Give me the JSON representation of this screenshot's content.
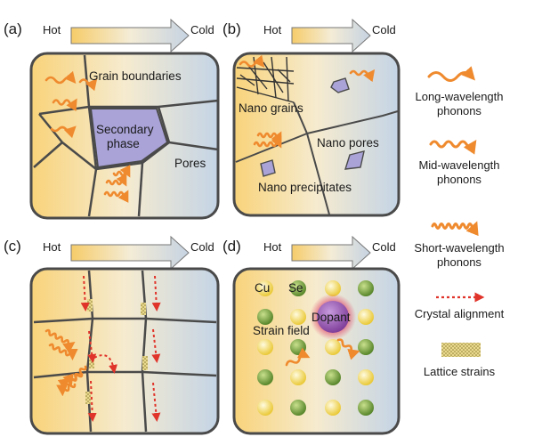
{
  "panels": [
    {
      "id": "a",
      "label": "(a)",
      "hot": "Hot",
      "cold": "Cold",
      "texts": {
        "grain": "Grain boundaries",
        "secondary_1": "Secondary",
        "secondary_2": "phase",
        "pores": "Pores"
      }
    },
    {
      "id": "b",
      "label": "(b)",
      "hot": "Hot",
      "cold": "Cold",
      "texts": {
        "nano_grains": "Nano grains",
        "nano_pores": "Nano pores",
        "nano_precip": "Nano precipitates"
      }
    },
    {
      "id": "c",
      "label": "(c)",
      "hot": "Hot",
      "cold": "Cold",
      "texts": {}
    },
    {
      "id": "d",
      "label": "(d)",
      "hot": "Hot",
      "cold": "Cold",
      "texts": {
        "cu": "Cu",
        "se": "Se",
        "dopant": "Dopant",
        "strain": "Strain field"
      }
    }
  ],
  "legend": [
    {
      "icon": "long-wave-phonon-icon",
      "line1": "Long-wavelength",
      "line2": "phonons"
    },
    {
      "icon": "mid-wave-phonon-icon",
      "line1": "Mid-wavelength",
      "line2": "phonons"
    },
    {
      "icon": "short-wave-phonon-icon",
      "line1": "Short-wavelength",
      "line2": "phonons"
    },
    {
      "icon": "crystal-alignment-arrow-icon",
      "line1": "Crystal alignment",
      "line2": ""
    },
    {
      "icon": "lattice-strain-patch-icon",
      "line1": "Lattice strains",
      "line2": ""
    }
  ],
  "colors": {
    "hot": "#f8d37a",
    "cold": "#c4d4e6",
    "phonon": "#ef8a2e",
    "boundary": "#4a4a4a",
    "phase": "#a9a3d8",
    "alignment": "#e0332a",
    "cu_atom": "#f1d23a",
    "se_atom": "#6d9a35",
    "dopant": "#8e4aa8"
  }
}
